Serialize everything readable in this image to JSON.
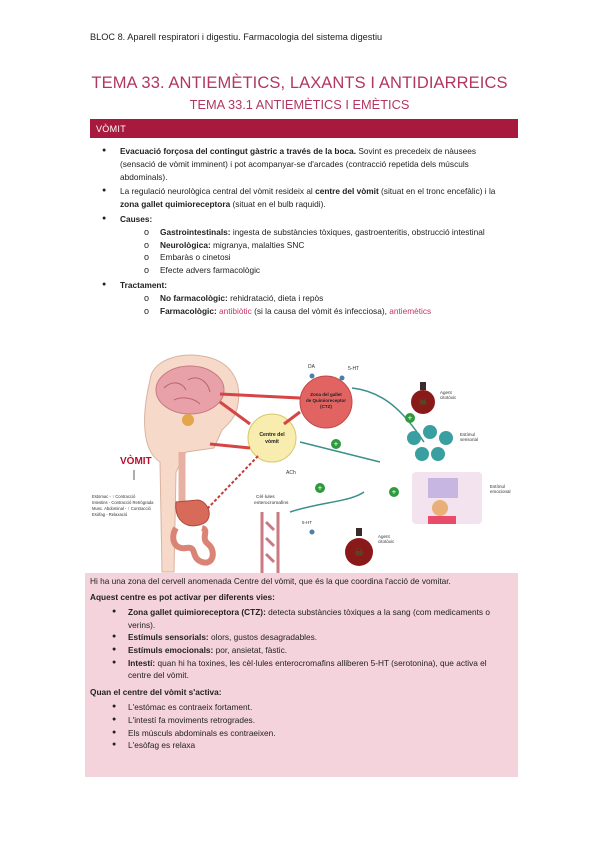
{
  "header": "BLOC 8. Aparell respiratori i digestiu. Farmacologia del sistema digestiu",
  "title": "TEMA 33. ANTIEMÈTICS, LAXANTS I ANTIDIARREICS",
  "subtitle": "TEMA 33.1 ANTIEMÈTICS I EMÈTICS",
  "section": "VÒMIT",
  "bullets": {
    "b1_bold": "Evacuació forçosa del contingut gàstric a través de la boca.",
    "b1_rest": " Sovint es precedeix de nàusees (sensació de vòmit imminent) i pot acompanyar-se d'arcades (contracció repetida dels músculs abdominals).",
    "b2_a": "La regulació neurològica central del vòmit resideix al ",
    "b2_bold1": "centre del vòmit",
    "b2_b": " (situat en el tronc encefàlic) i la ",
    "b2_bold2": "zona gallet quimioreceptora",
    "b2_c": " (situat en el bulb raquidi).",
    "causes_label": "Causes:",
    "causes": [
      {
        "bold": "Gastrointestinals:",
        "text": " ingesta de substàncies tòxiques, gastroenteritis, obstrucció intestinal"
      },
      {
        "bold": "Neurològica:",
        "text": " migranya, malalties SNC"
      },
      {
        "bold": "",
        "text": "Embaràs o cinetosi"
      },
      {
        "bold": "",
        "text": "Efecte advers farmacològic"
      }
    ],
    "treatment_label": "Tractament:",
    "t1_bold": "No farmacològic:",
    "t1_text": " rehidratació, dieta i repòs",
    "t2_bold": "Farmacològic:",
    "t2_pink1": "antibiòtic",
    "t2_mid": " (si la causa del vòmit és infecciosa), ",
    "t2_pink2": "antiemètics"
  },
  "figure": {
    "vomit_label": "VÒMIT",
    "ctz_label": "Zona del gallet de Quimioreceptor (CTZ)",
    "centre_label": "Centre del vòmit",
    "da": "DA",
    "ht": "5-HT",
    "ach": "ACh",
    "cells": "Cèl·lules enterocromafins",
    "agent": "Agent citotòxic",
    "stim_sens": "Estímul sensorial",
    "stim_emoc": "Estímul emocional",
    "effects": [
      "Estomac - ↑ Contracció",
      "Intestins - Contracció Retrògrada",
      "Musc. Abdominal - ↑ Contracció",
      "Esòfag - Relaxació"
    ]
  },
  "box": {
    "intro": "Hi ha una zona del cervell anomenada Centre del vòmit, que és la que coordina l'acció de vomitar.",
    "ways_title": "Aquest centre es pot activar per diferents vies:",
    "ways": [
      {
        "bold": "Zona gallet quimioreceptora (CTZ):",
        "text": " detecta substàncies tòxiques a la sang (com medicaments o verins)."
      },
      {
        "bold": "Estímuls sensorials:",
        "text": " olors, gustos desagradables."
      },
      {
        "bold": "Estímuls emocionals:",
        "text": " por, ansietat, fàstic."
      },
      {
        "bold": "Intestí:",
        "text": " quan hi ha toxines, les cèl·lules enterocromafins alliberen 5-HT (serotonina), que activa el centre del vòmit."
      }
    ],
    "when_title": "Quan el centre del vòmit s'activa:",
    "when": [
      "L'estómac es contraeix fortament.",
      "L'intestí fa moviments retrogrades.",
      "Els músculs abdominals es contraeixen.",
      "L'esòfag es relaxa"
    ]
  }
}
